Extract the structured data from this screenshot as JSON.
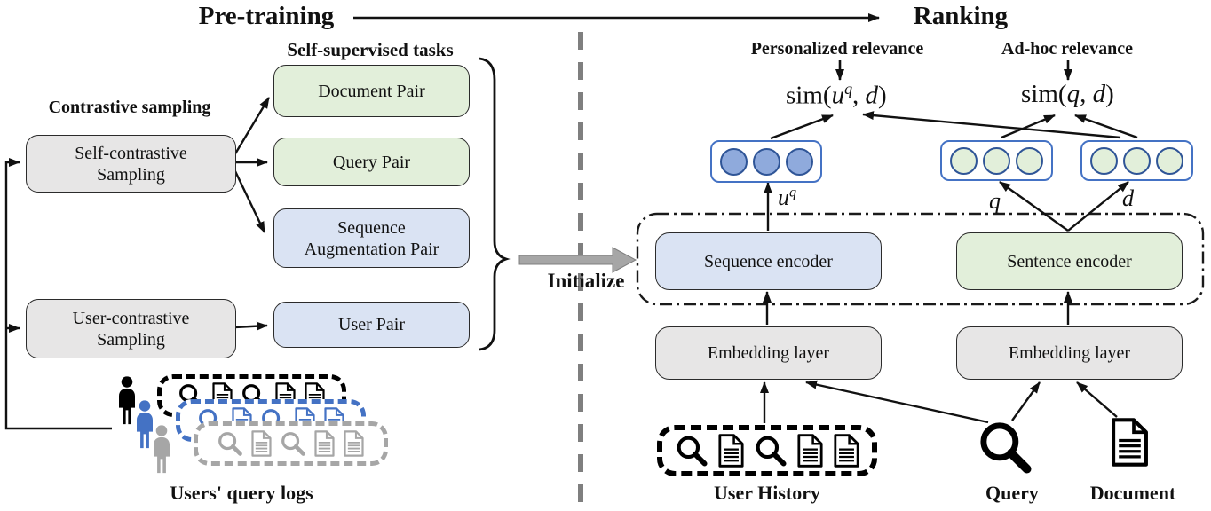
{
  "titles": {
    "pretraining": "Pre-training",
    "ranking": "Ranking",
    "initialize": "Initialize"
  },
  "pretraining_section": {
    "contrastive_sampling_label": "Contrastive sampling",
    "self_supervised_tasks_label": "Self-supervised tasks",
    "sampling_boxes": [
      {
        "label": "Self-contrastive Sampling"
      },
      {
        "label": "User-contrastive Sampling"
      }
    ],
    "task_boxes": [
      {
        "label": "Document Pair",
        "color": "#e2efda"
      },
      {
        "label": "Query Pair",
        "color": "#e2efda"
      },
      {
        "label": "Sequence Augmentation Pair",
        "color": "#dae3f3"
      },
      {
        "label": "User Pair",
        "color": "#dae3f3"
      }
    ],
    "users_query_logs_label": "Users' query logs",
    "query_log_rows": [
      {
        "user": "user-1",
        "color": "#000000",
        "icons": [
          "search",
          "document",
          "search",
          "document",
          "document"
        ]
      },
      {
        "user": "user-2",
        "color": "#4472c4",
        "icons": [
          "search",
          "document",
          "search",
          "document",
          "document"
        ]
      },
      {
        "user": "user-3",
        "color": "#a6a6a6",
        "icons": [
          "search",
          "document",
          "search",
          "document",
          "document"
        ]
      }
    ]
  },
  "ranking_section": {
    "personalized_relevance_label": "Personalized relevance",
    "adhoc_relevance_label": "Ad-hoc relevance",
    "sim_personalized": {
      "fn": "sim(",
      "arg1": "u",
      "arg1_sup": "q",
      "comma": ", ",
      "arg2": "d",
      "close": ")"
    },
    "sim_adhoc": {
      "fn": "sim(",
      "arg1": "q",
      "comma": ", ",
      "arg2": "d",
      "close": ")"
    },
    "uq_vector_label": {
      "base": "u",
      "sup": "q"
    },
    "q_vector_label": "q",
    "d_vector_label": "d",
    "encoder_boxes": {
      "sequence": "Sequence encoder",
      "sentence": "Sentence encoder"
    },
    "embedding_boxes": {
      "left": "Embedding layer",
      "right": "Embedding layer"
    },
    "inputs": {
      "user_history_label": "User History",
      "query_label": "Query",
      "document_label": "Document",
      "user_history_icons": [
        "search",
        "document",
        "search",
        "document",
        "document"
      ]
    }
  },
  "colors": {
    "green_fill": "#e2efda",
    "blue_fill": "#dae3f3",
    "gray_fill": "#e7e6e6",
    "pill_border": "#4472c4",
    "circle_border": "#2f5597",
    "circle_blue": "#8faadc",
    "circle_green": "#e2efda",
    "user_black": "#000000",
    "user_blue": "#4472c4",
    "user_gray": "#a6a6a6",
    "divider_gray": "#7f7f7f",
    "initialize_arrow_gray": "#a6a6a6"
  }
}
